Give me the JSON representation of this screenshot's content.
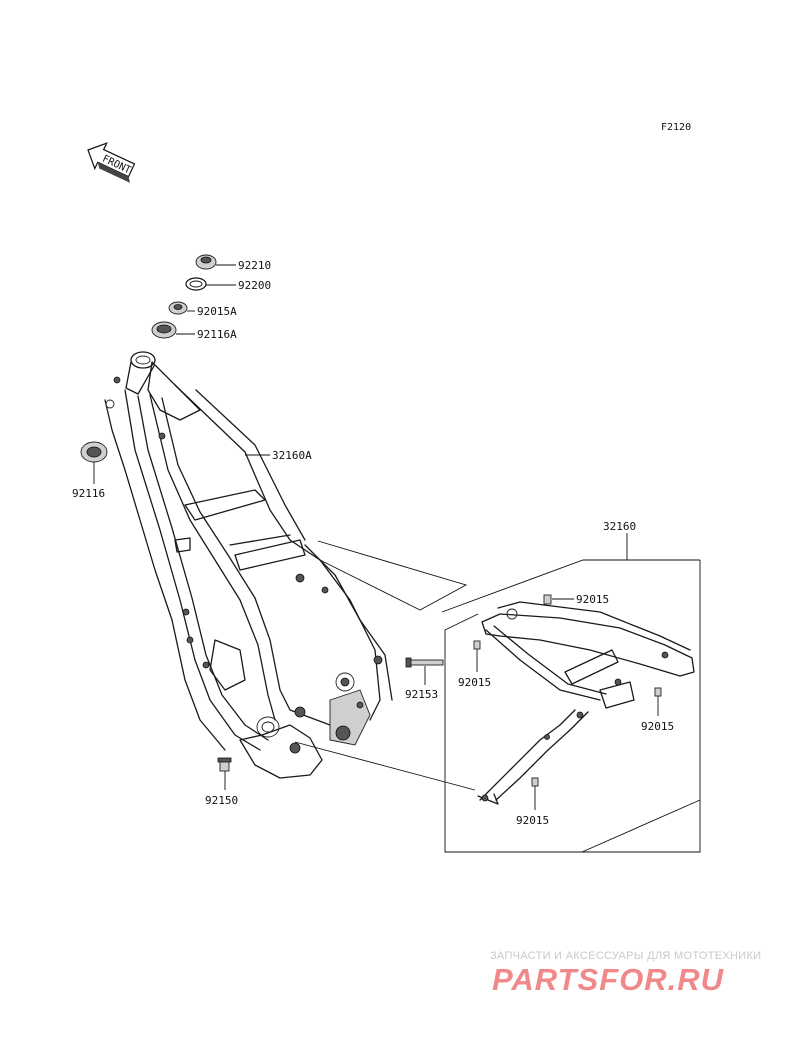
{
  "ref_code": "F2120",
  "front_marker": "FRONT",
  "parts": {
    "p92210": "92210",
    "p92200": "92200",
    "p92015A": "92015A",
    "p92116A": "92116A",
    "p92116": "92116",
    "p32160A": "32160A",
    "p32160": "32160",
    "p92015_top": "92015",
    "p92015_left": "92015",
    "p92015_right": "92015",
    "p92015_bottom": "92015",
    "p92153": "92153",
    "p92150": "92150"
  },
  "watermark": {
    "line1": "ЗАПЧАСТИ И АКСЕССУАРЫ ДЛЯ МОТОТЕХНИКИ",
    "logo": "PARTSFOR.RU"
  },
  "colors": {
    "line": "#1a1a1a",
    "watermark_logo": "#f08a8a",
    "watermark_text": "#c9c9c9"
  }
}
